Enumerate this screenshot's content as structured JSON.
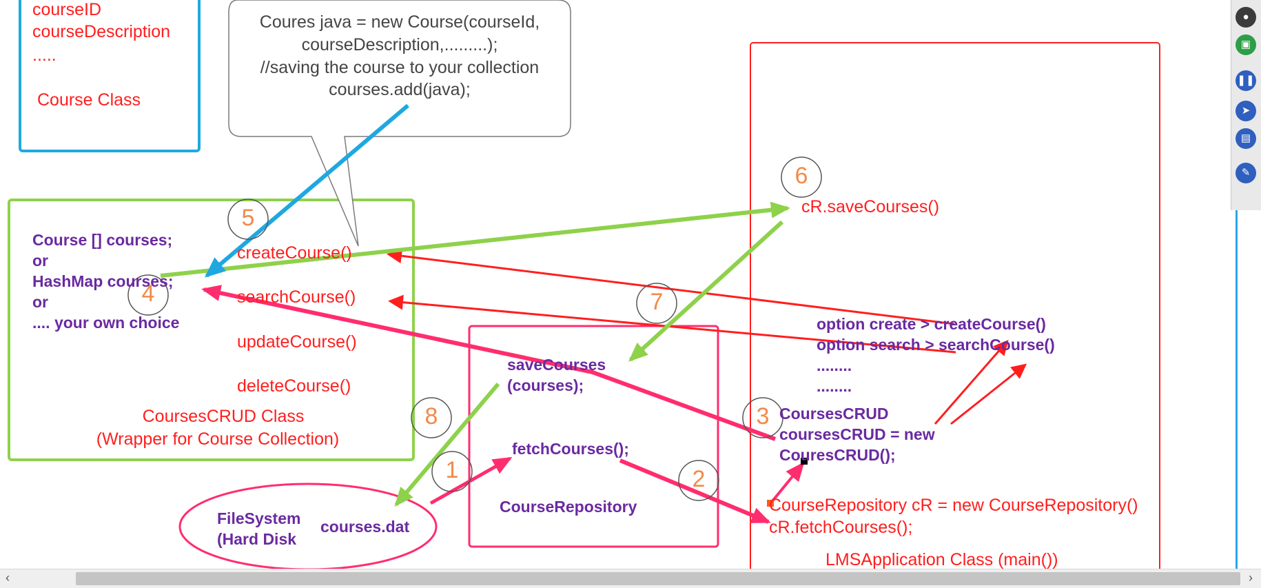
{
  "course_box": {
    "fields": [
      "courseID",
      "courseDescription",
      "....."
    ],
    "title": "Course Class"
  },
  "callout": {
    "lines": [
      "Coures java = new Course(courseId,",
      "courseDescription,.........);",
      "//saving the course to your collection",
      "courses.add(java);"
    ]
  },
  "crud_box": {
    "declarations": [
      "Course [] courses;",
      "or",
      "HashMap courses;",
      "or",
      ".... your own choice"
    ],
    "methods": [
      "createCourse()",
      "searchCourse()",
      "updateCourse()",
      "deleteCourse()"
    ],
    "title_line1": "CoursesCRUD  Class",
    "title_line2": "(Wrapper for Course Collection)"
  },
  "repo_box": {
    "save_line1": "saveCourses",
    "save_line2": "(courses);",
    "fetch": "fetchCourses();",
    "title": "CourseRepository"
  },
  "filesystem": {
    "line1": "FileSystem",
    "line2": "(Hard Disk",
    "file": "courses.dat"
  },
  "app_box": {
    "save_call": "cR.saveCourses()",
    "options": [
      "option create > createCourse()",
      "option search > searchCourse()",
      "........",
      "........"
    ],
    "crud_decl": [
      "CoursesCRUD",
      "coursesCRUD = new",
      "CouresCRUD();"
    ],
    "repo_decl": "CourseRepository cR = new CourseRepository()",
    "fetch_call": "cR.fetchCourses();",
    "title": "LMSApplication Class (main())"
  },
  "steps": [
    "1",
    "2",
    "3",
    "4",
    "5",
    "6",
    "7",
    "8"
  ],
  "colors": {
    "red": "#ff1e1e",
    "green": "#8ed14b",
    "blue": "#1fa8e0",
    "pink": "#ff2d6e",
    "purple": "#6a2aa0",
    "orange": "#f28a4a"
  },
  "toolbar": {
    "icons": [
      "camera-icon",
      "presentation-icon",
      "pause-icon",
      "pointer-icon",
      "screen-icon",
      "highlighter-icon"
    ]
  }
}
